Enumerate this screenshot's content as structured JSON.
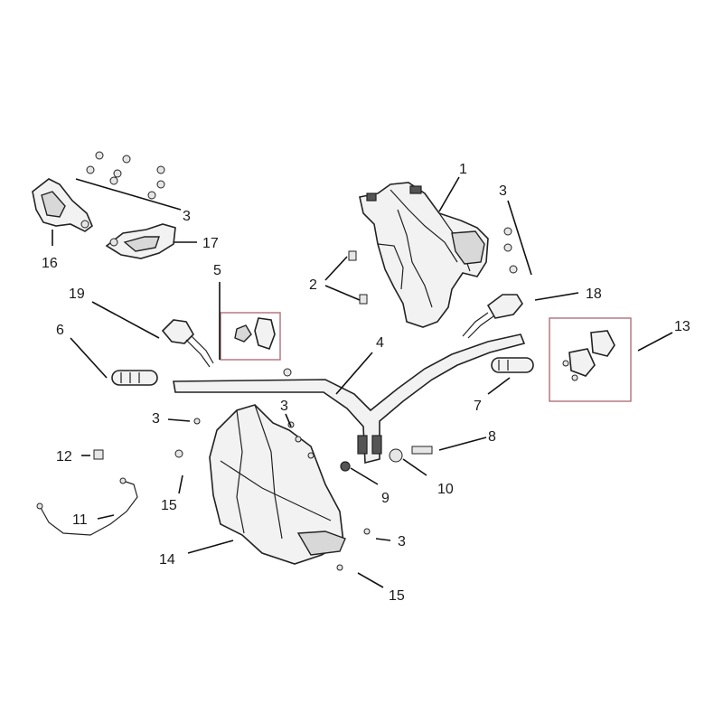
{
  "diagram": {
    "callouts": [
      {
        "id": "c1",
        "text": "1"
      },
      {
        "id": "c2",
        "text": "2"
      },
      {
        "id": "c3a",
        "text": "3"
      },
      {
        "id": "c3b",
        "text": "3"
      },
      {
        "id": "c3c",
        "text": "3"
      },
      {
        "id": "c3d",
        "text": "3"
      },
      {
        "id": "c3e",
        "text": "3"
      },
      {
        "id": "c4",
        "text": "4"
      },
      {
        "id": "c5",
        "text": "5"
      },
      {
        "id": "c6",
        "text": "6"
      },
      {
        "id": "c7",
        "text": "7"
      },
      {
        "id": "c8",
        "text": "8"
      },
      {
        "id": "c9",
        "text": "9"
      },
      {
        "id": "c10",
        "text": "10"
      },
      {
        "id": "c11",
        "text": "11"
      },
      {
        "id": "c12",
        "text": "12"
      },
      {
        "id": "c13",
        "text": "13"
      },
      {
        "id": "c14",
        "text": "14"
      },
      {
        "id": "c15a",
        "text": "15"
      },
      {
        "id": "c15b",
        "text": "15"
      },
      {
        "id": "c16",
        "text": "16"
      },
      {
        "id": "c17",
        "text": "17"
      },
      {
        "id": "c18",
        "text": "18"
      },
      {
        "id": "c19",
        "text": "19"
      }
    ],
    "parts": [
      {
        "key": "front-cover",
        "callout": "1"
      },
      {
        "key": "clips",
        "callout": "2"
      },
      {
        "key": "screws",
        "callout": "3"
      },
      {
        "key": "handlebar",
        "callout": "4"
      },
      {
        "key": "left-switch-assembly",
        "callout": "5"
      },
      {
        "key": "left-grip",
        "callout": "6"
      },
      {
        "key": "throttle-grip",
        "callout": "7"
      },
      {
        "key": "bolt",
        "callout": "8"
      },
      {
        "key": "nut",
        "callout": "9"
      },
      {
        "key": "collar",
        "callout": "10"
      },
      {
        "key": "cable",
        "callout": "11"
      },
      {
        "key": "small-screw",
        "callout": "12"
      },
      {
        "key": "right-switch-assembly",
        "callout": "13"
      },
      {
        "key": "handlebar-rear-cover",
        "callout": "14"
      },
      {
        "key": "washer-screw",
        "callout": "15"
      },
      {
        "key": "left-bracket",
        "callout": "16"
      },
      {
        "key": "right-bracket",
        "callout": "17"
      },
      {
        "key": "right-mirror",
        "callout": "18"
      },
      {
        "key": "left-mirror",
        "callout": "19"
      }
    ]
  }
}
